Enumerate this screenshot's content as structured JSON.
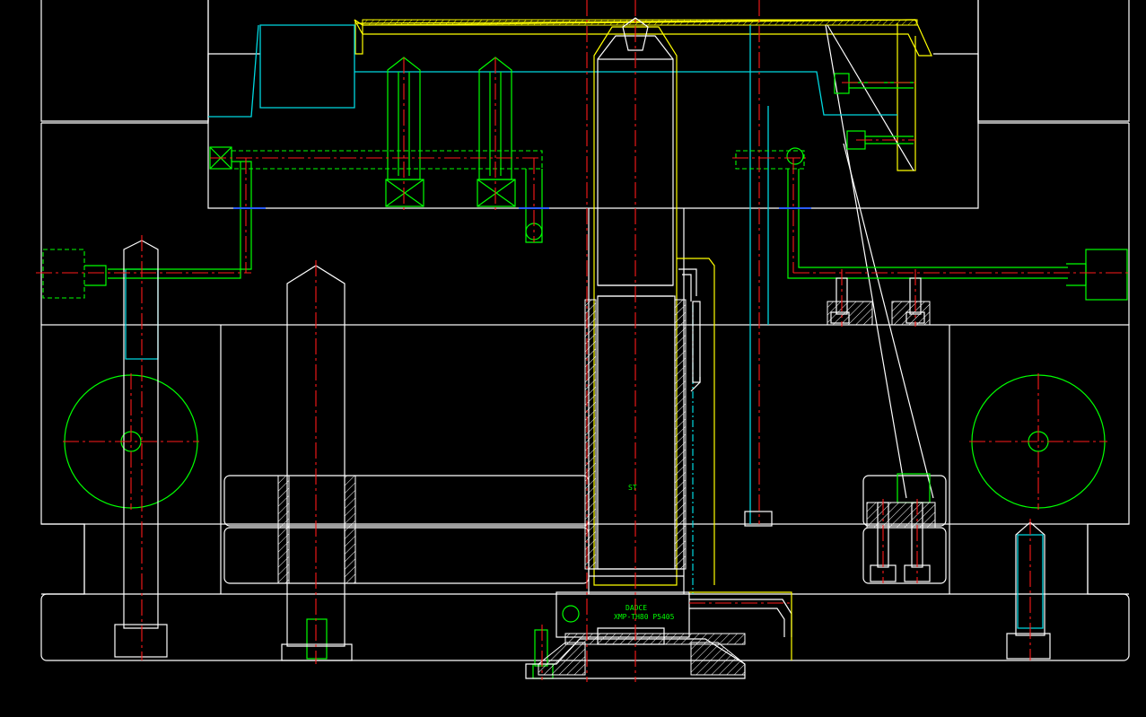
{
  "drawing": {
    "background": "#000000",
    "colors": {
      "outline": "#ffffff",
      "component": "#00ff00",
      "cooling": "#00d8e0",
      "center_line": "#ff1a1a",
      "highlight": "#ffff00",
      "mark": "#2a5cff"
    },
    "labels": {
      "sprue_mark": "ST",
      "unit_brand": "DADCE",
      "unit_model": "XMP-TH80 P5405"
    }
  }
}
